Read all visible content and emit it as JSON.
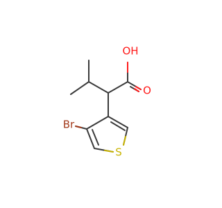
{
  "molecule": {
    "atoms": {
      "oxygen_hydroxyl": "OH",
      "oxygen_carbonyl": "O",
      "bromine": "Br",
      "sulfur": "S"
    },
    "colors": {
      "bond": "#3a3a3a",
      "oxygen": "#ff1a1a",
      "bromine": "#a33b1d",
      "sulfur": "#c9b400",
      "background": "#ffffff"
    }
  }
}
